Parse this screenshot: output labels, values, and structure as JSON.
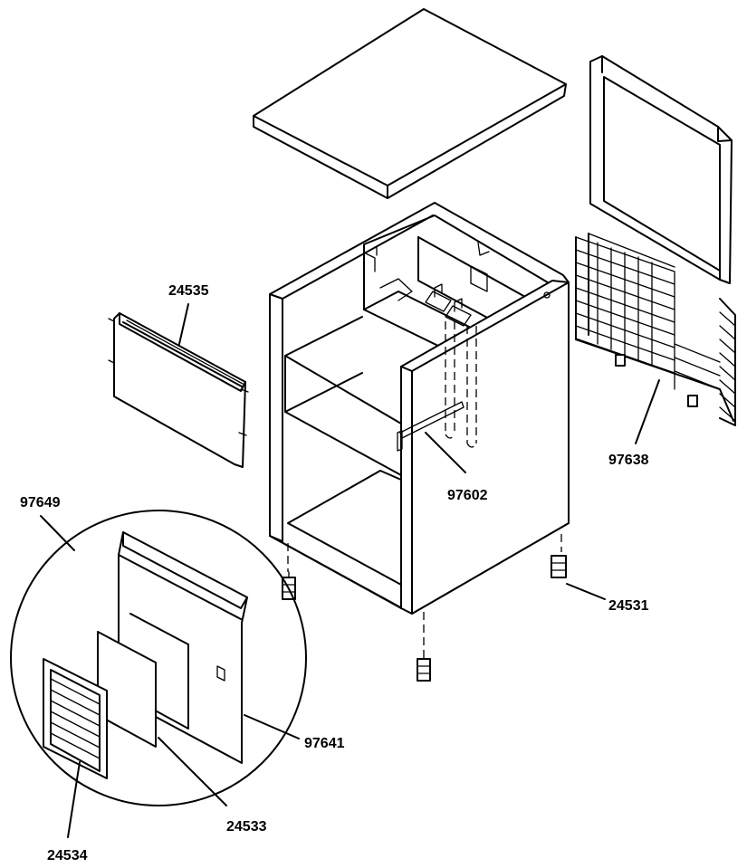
{
  "labels": {
    "p24535": "24535",
    "p97638": "97638",
    "p97602": "97602",
    "p97649": "97649",
    "p24531": "24531",
    "p97641": "97641",
    "p24533": "24533",
    "p24534": "24534"
  }
}
